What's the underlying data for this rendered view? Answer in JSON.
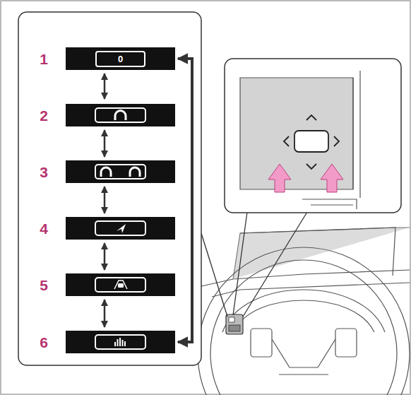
{
  "diagram": {
    "nodes": [
      {
        "text": [
          "0"
        ]
      }
    ],
    "labels": [
      "1",
      "2",
      "3",
      "4",
      "5",
      "6"
    ]
  }
}
